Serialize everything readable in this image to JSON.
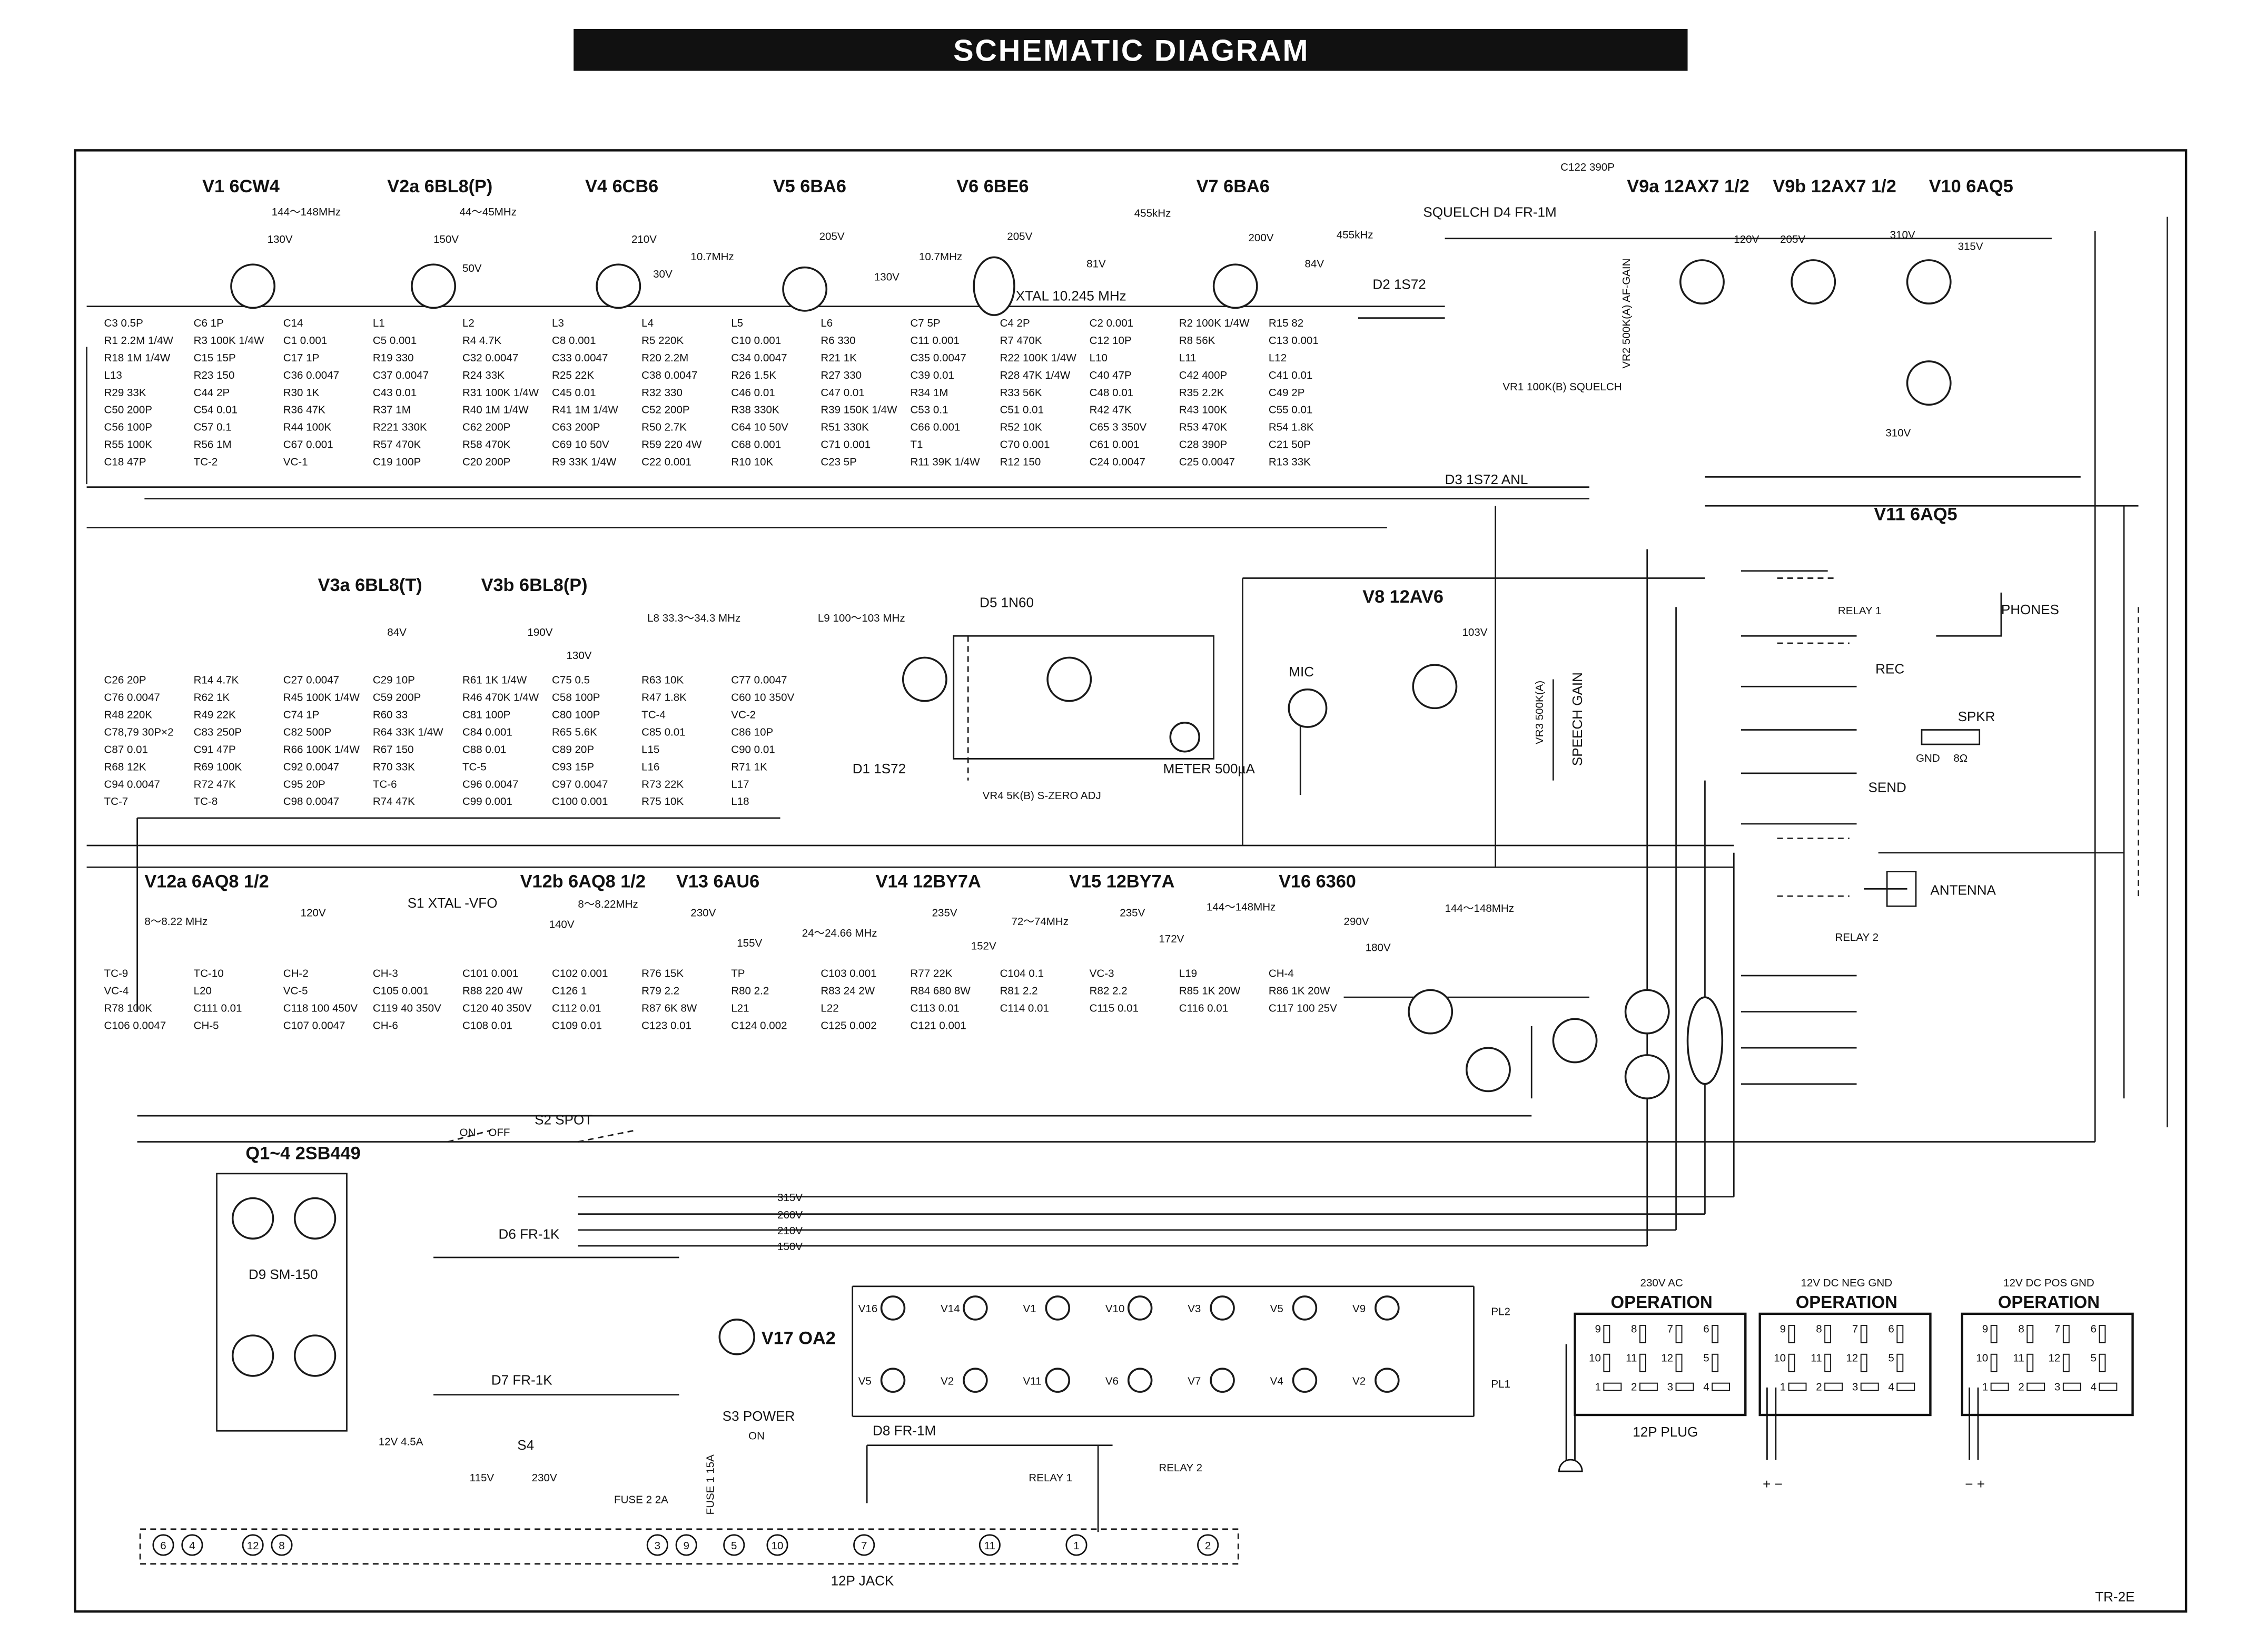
{
  "title": "SCHEMATIC DIAGRAM",
  "model": "TR-2E",
  "tubes": {
    "v1": "V1 6CW4",
    "v2a": "V2a 6BL8(P)",
    "v4": "V4 6CB6",
    "v5": "V5 6BA6",
    "v6": "V6 6BE6",
    "v7": "V7 6BA6",
    "v9a": "V9a 12AX7 1/2",
    "v9b": "V9b 12AX7 1/2",
    "v10": "V10 6AQ5",
    "v11": "V11 6AQ5",
    "v3a": "V3a 6BL8(T)",
    "v3b": "V3b 6BL8(P)",
    "v8": "V8 12AV6",
    "v12a": "V12a 6AQ8 1/2",
    "v12b": "V12b 6AQ8 1/2",
    "v13": "V13 6AU6",
    "v14": "V14 12BY7A",
    "v15": "V15 12BY7A",
    "v16": "V16 6360",
    "v17": "V17 OA2",
    "q": "Q1~4 2SB449"
  },
  "frequencies": {
    "f1": "144～148MHz",
    "f2": "44～45MHz",
    "f3": "10.7MHz",
    "f4": "10.7MHz",
    "f5": "455kHz",
    "f6": "455kHz",
    "f7": "8～8.22 MHz",
    "f8": "8～8.22MHz",
    "f9": "24～24.66 MHz",
    "f10": "72～74MHz",
    "f11": "144～148MHz",
    "f12": "144～148MHz",
    "l8": "L8 33.3～34.3 MHz",
    "l9": "L9 100～103 MHz"
  },
  "voltages": [
    "130V",
    "150V",
    "50V",
    "210V",
    "30V",
    "205V",
    "130V",
    "205V",
    "81V",
    "200V",
    "84V",
    "120V",
    "205V",
    "310V",
    "315V",
    "310V",
    "84V",
    "190V",
    "130V",
    "103V",
    "120V",
    "140V",
    "230V",
    "155V",
    "235V",
    "152V",
    "235V",
    "172V",
    "290V",
    "180V"
  ],
  "bus_voltages": [
    "315V",
    "260V",
    "210V",
    "150V"
  ],
  "components": [
    "C3 0.5P",
    "C6 1P",
    "C14",
    "L1",
    "L2",
    "L3",
    "L4",
    "L5",
    "L6",
    "C7 5P",
    "C4 2P",
    "C2 0.001",
    "R2 100K 1/4W",
    "R15 82",
    "R1 2.2M 1/4W",
    "R3 100K 1/4W",
    "C1 0.001",
    "C5 0.001",
    "R4 4.7K",
    "C8 0.001",
    "R5 220K",
    "C10 0.001",
    "R6 330",
    "C11 0.001",
    "R7 470K",
    "C12 10P",
    "R8 56K",
    "C13 0.001",
    "R18 1M 1/4W",
    "C15 15P",
    "C17 1P",
    "R19 330",
    "C32 0.0047",
    "C33 0.0047",
    "R20 2.2M",
    "C34 0.0047",
    "R21 1K",
    "C35 0.0047",
    "R22 100K 1/4W",
    "L10",
    "L11",
    "L12",
    "L13",
    "R23 150",
    "C36 0.0047",
    "C37 0.0047",
    "R24 33K",
    "R25 22K",
    "C38 0.0047",
    "R26 1.5K",
    "R27 330",
    "C39 0.01",
    "R28 47K 1/4W",
    "C40 47P",
    "C42 400P",
    "C41 0.01",
    "R29 33K",
    "C44 2P",
    "R30 1K",
    "C43 0.01",
    "R31 100K 1/4W",
    "C45 0.01",
    "R32 330",
    "C46 0.01",
    "C47 0.01",
    "R34 1M",
    "R33 56K",
    "C48 0.01",
    "R35 2.2K",
    "C49 2P",
    "C50 200P",
    "C54 0.01",
    "R36 47K",
    "R37 1M",
    "R40 1M 1/4W",
    "R41 1M 1/4W",
    "C52 200P",
    "R38 330K",
    "R39 150K 1/4W",
    "C53 0.1",
    "C51 0.01",
    "R42 47K",
    "R43 100K",
    "C55 0.01",
    "C56 100P",
    "C57 0.1",
    "R44 100K",
    "R221 330K",
    "C62 200P",
    "C63 200P",
    "R50 2.7K",
    "C64 10 50V",
    "R51 330K",
    "C66 0.001",
    "R52 10K",
    "C65 3 350V",
    "R53 470K",
    "R54 1.8K",
    "R55 100K",
    "R56 1M",
    "C67 0.001",
    "R57 470K",
    "R58 470K",
    "C69 10 50V",
    "R59 220 4W",
    "C68 0.001",
    "C71 0.001",
    "T1",
    "C70 0.001",
    "C61 0.001",
    "C28 390P",
    "C21 50P",
    "C18 47P",
    "TC-2",
    "VC-1",
    "C19 100P",
    "C20 200P",
    "R9 33K 1/4W",
    "C22 0.001",
    "R10 10K",
    "C23 5P",
    "R11 39K 1/4W",
    "R12 150",
    "C24 0.0047",
    "C25 0.0047",
    "R13 33K",
    "C26 20P",
    "R14 4.7K",
    "C27 0.0047",
    "C29 10P",
    "R61 1K 1/4W",
    "C75 0.5",
    "R63 10K",
    "C77 0.0047",
    "C76 0.0047",
    "R62 1K",
    "R45 100K 1/4W",
    "C59 200P",
    "R46 470K 1/4W",
    "C58 100P",
    "R47 1.8K",
    "C60 10 350V",
    "R48 220K",
    "R49 22K",
    "C74 1P",
    "R60 33",
    "C81 100P",
    "C80 100P",
    "TC-4",
    "VC-2",
    "C78,79 30P×2",
    "C83 250P",
    "C82 500P",
    "R64 33K 1/4W",
    "C84 0.001",
    "R65 5.6K",
    "C85 0.01",
    "C86 10P",
    "C87 0.01",
    "C91 47P",
    "R66 100K 1/4W",
    "R67 150",
    "C88 0.01",
    "C89 20P",
    "L15",
    "C90 0.01",
    "R68 12K",
    "R69 100K",
    "C92 0.0047",
    "R70 33K",
    "TC-5",
    "C93 15P",
    "L16",
    "R71 1K",
    "C94 0.0047",
    "R72 47K",
    "C95 20P",
    "TC-6",
    "C96 0.0047",
    "C97 0.0047",
    "R73 22K",
    "L17",
    "TC-7",
    "TC-8",
    "C98 0.0047",
    "R74 47K",
    "C99 0.001",
    "C100 0.001",
    "R75 10K",
    "L18",
    "TC-9",
    "TC-10",
    "CH-2",
    "CH-3",
    "C101 0.001",
    "C102 0.001",
    "R76 15K",
    "TP",
    "C103 0.001",
    "R77 22K",
    "C104 0.1",
    "VC-3",
    "L19",
    "CH-4",
    "VC-4",
    "L20",
    "VC-5",
    "C105 0.001",
    "R88 220 4W",
    "C126 1",
    "R79 2.2",
    "R80 2.2",
    "R83 24 2W",
    "R84 680 8W",
    "R81 2.2",
    "R82 2.2",
    "R85 1K 20W",
    "R86 1K 20W",
    "R78 100K",
    "C111 0.01",
    "C118 100 450V",
    "C119 40 350V",
    "C120 40 350V",
    "C112 0.01",
    "R87 6K 8W",
    "L21",
    "L22",
    "C113 0.01",
    "C114 0.01",
    "C115 0.01",
    "C116 0.01",
    "C117 100 25V",
    "C106 0.0047",
    "CH-5",
    "C107 0.0047",
    "CH-6",
    "C108 0.01",
    "C109 0.01",
    "C123 0.01",
    "C124 0.002",
    "C125 0.002",
    "C121 0.001"
  ],
  "diodes": {
    "d1": "D1 1S72",
    "d2": "D2 1S72",
    "d3": "D3 1S72 ANL",
    "d4": "SQUELCH D4 FR-1M",
    "d5": "D5 1N60",
    "d6": "D6 FR-1K",
    "d7": "D7 FR-1K",
    "d8": "D8 FR-1M",
    "d9": "D9 SM-150"
  },
  "controls": {
    "xtal": "XTAL 10.245 MHz",
    "meter": "METER 500µA",
    "mic": "MIC",
    "vr1": "VR1 100K(B) SQUELCH",
    "vr2": "VR2 500K(A) AF-GAIN",
    "vr3": "VR3 500K(A)",
    "speech": "SPEECH GAIN",
    "vr4": "VR4 5K(B) S-ZERO ADJ",
    "s1": "S1 XTAL -VFO",
    "s2": "S2 SPOT",
    "s2_on": "ON",
    "s2_off": "OFF",
    "s3": "S3 POWER",
    "s3_on": "ON",
    "s4": "S4",
    "fuse1": "FUSE 1 15A",
    "fuse2": "FUSE 2 2A",
    "c122": "C122 390P",
    "v_115": "115V",
    "v_230": "230V",
    "v_12": "12V 4.5A"
  },
  "right_panel": {
    "phones": "PHONES",
    "rec": "REC",
    "spkr": "SPKR",
    "gnd": "GND",
    "ohm": "8Ω",
    "send": "SEND",
    "antenna": "ANTENNA",
    "relay1": "RELAY 1",
    "relay2": "RELAY 2"
  },
  "jack": {
    "label": "12P JACK",
    "pins": [
      "6",
      "4",
      "12",
      "8",
      "3",
      "9",
      "5",
      "10",
      "7",
      "11",
      "1",
      "2"
    ]
  },
  "heater": {
    "relay1": "RELAY 1",
    "relay2": "RELAY 2",
    "pl1": "PL1",
    "pl2": "PL2",
    "tubes": [
      "V16",
      "V5",
      "V14",
      "V2",
      "V1",
      "V11",
      "V10",
      "V6",
      "V3",
      "V7",
      "V5",
      "V4",
      "V9",
      "V2"
    ]
  },
  "operation": [
    {
      "sub": "230V AC",
      "title": "OPERATION",
      "footer": "12P PLUG",
      "leads": ""
    },
    {
      "sub": "12V DC NEG GND",
      "title": "OPERATION",
      "footer": "",
      "leads": "+ −"
    },
    {
      "sub": "12V DC POS GND",
      "title": "OPERATION",
      "footer": "",
      "leads": "− +"
    }
  ],
  "pin_numbers": [
    "9",
    "8",
    "7",
    "6",
    "10",
    "11",
    "12",
    "5",
    "1",
    "2",
    "3",
    "4"
  ]
}
